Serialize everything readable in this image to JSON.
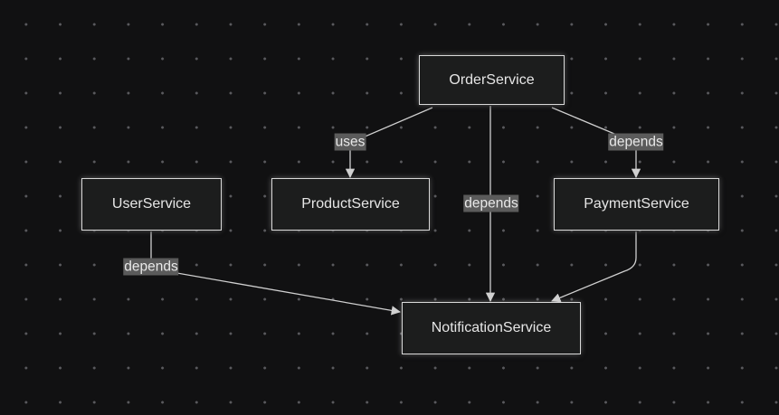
{
  "diagram": {
    "nodes": [
      {
        "id": "order",
        "label": "OrderService"
      },
      {
        "id": "user",
        "label": "UserService"
      },
      {
        "id": "product",
        "label": "ProductService"
      },
      {
        "id": "payment",
        "label": "PaymentService"
      },
      {
        "id": "notification",
        "label": "NotificationService"
      }
    ],
    "edges": [
      {
        "id": "order-product",
        "from": "order",
        "to": "product",
        "label": "uses"
      },
      {
        "id": "order-notification",
        "from": "order",
        "to": "notification",
        "label": "depends"
      },
      {
        "id": "order-payment",
        "from": "order",
        "to": "payment",
        "label": "depends"
      },
      {
        "id": "user-notification",
        "from": "user",
        "to": "notification",
        "label": "depends"
      },
      {
        "id": "payment-notification",
        "from": "payment",
        "to": "notification",
        "label": ""
      }
    ],
    "colors": {
      "background": "#111112",
      "node_fill": "#1c1d1d",
      "node_border": "#d9d9d9",
      "edge": "#d0d0d0",
      "label_bg": "#5b5b5b"
    }
  }
}
